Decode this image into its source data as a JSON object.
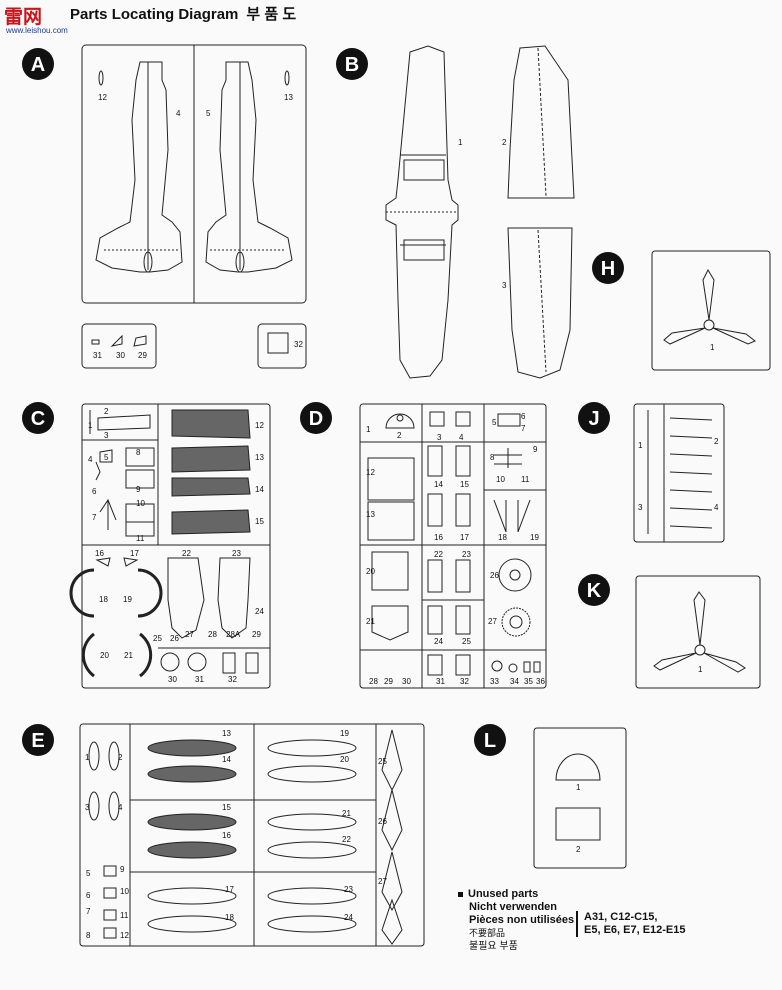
{
  "header": {
    "title": "Parts Locating Diagram",
    "title_korean": "부 품 도",
    "watermark_top": "雷网",
    "watermark_bottom": "www.leishou.com"
  },
  "sprues": {
    "A": {
      "letter": "A",
      "labels": [
        "12",
        "4",
        "5",
        "13",
        "31",
        "30",
        "29",
        "32"
      ]
    },
    "B": {
      "letter": "B",
      "labels": [
        "1",
        "2",
        "3"
      ]
    },
    "H": {
      "letter": "H",
      "labels": [
        "1"
      ]
    },
    "C": {
      "letter": "C",
      "labels": [
        "1",
        "2",
        "3",
        "4",
        "5",
        "6",
        "7",
        "8",
        "9",
        "10",
        "11",
        "12",
        "13",
        "14",
        "15",
        "16",
        "17",
        "18",
        "19",
        "20",
        "21",
        "22",
        "23",
        "24",
        "25",
        "26",
        "27",
        "28",
        "28A",
        "29",
        "30",
        "31",
        "32"
      ]
    },
    "D": {
      "letter": "D",
      "labels": [
        "1",
        "2",
        "3",
        "4",
        "5",
        "6",
        "7",
        "8",
        "9",
        "10",
        "11",
        "12",
        "13",
        "14",
        "15",
        "16",
        "17",
        "18",
        "19",
        "20",
        "21",
        "22",
        "23",
        "24",
        "25",
        "26",
        "27",
        "28",
        "29",
        "30",
        "31",
        "32",
        "33",
        "34",
        "35",
        "36"
      ]
    },
    "J": {
      "letter": "J",
      "labels": [
        "1",
        "2",
        "3",
        "4"
      ]
    },
    "K": {
      "letter": "K",
      "labels": [
        "1"
      ]
    },
    "E": {
      "letter": "E",
      "labels": [
        "1",
        "2",
        "3",
        "4",
        "5",
        "6",
        "7",
        "8",
        "9",
        "10",
        "11",
        "12",
        "13",
        "14",
        "15",
        "16",
        "17",
        "18",
        "19",
        "20",
        "21",
        "22",
        "23",
        "24",
        "25",
        "26",
        "27"
      ]
    },
    "L": {
      "letter": "L",
      "labels": [
        "1",
        "2"
      ]
    }
  },
  "unused_parts": {
    "header": "Unused parts",
    "german": "Nicht verwenden",
    "french": "Pièces non utilisées",
    "japanese": "不要部品",
    "korean": "불필요 부품",
    "list_line1": "A31, C12-C15,",
    "list_line2": "E5, E6, E7, E12-E15"
  }
}
